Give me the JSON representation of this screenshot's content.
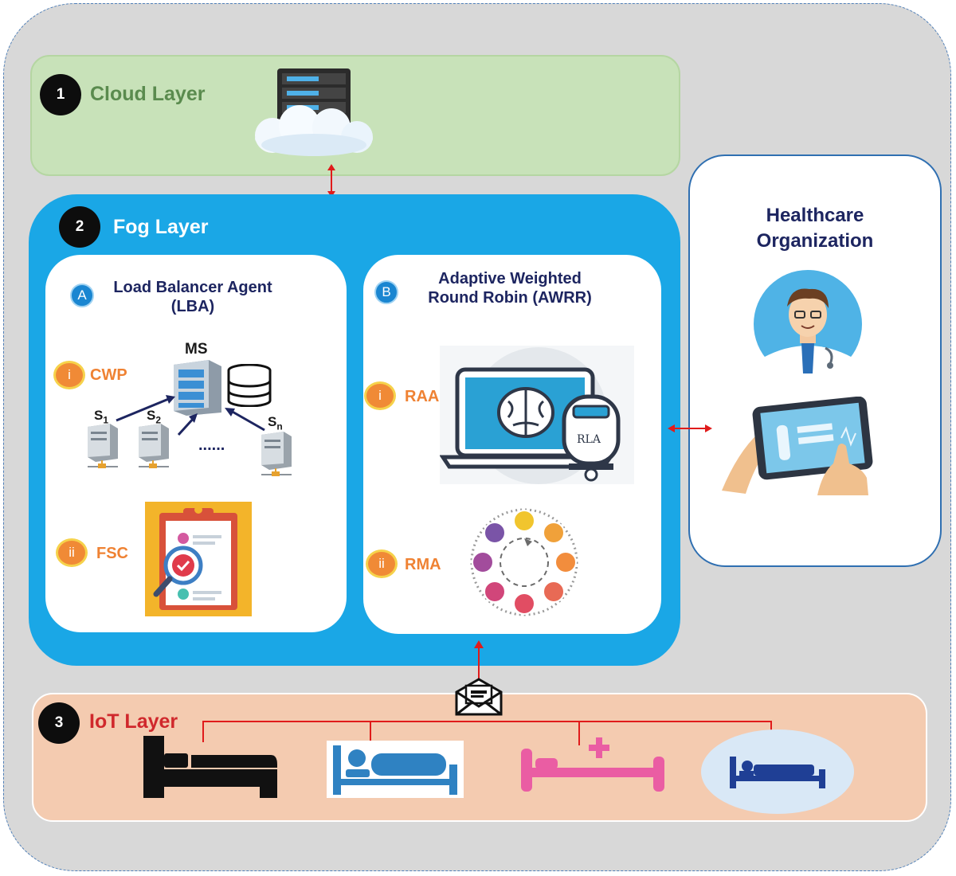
{
  "cloud": {
    "number": "1",
    "title": "Cloud Layer"
  },
  "fog": {
    "number": "2",
    "title": "Fog Layer",
    "panel_a": {
      "letter": "A",
      "title_line1": "Load Balancer Agent",
      "title_line2": "(LBA)",
      "ms_label": "MS",
      "s1": "S",
      "s1_sub": "1",
      "s2": "S",
      "s2_sub": "2",
      "sn": "S",
      "sn_sub": "n",
      "dots": "......",
      "item_i": {
        "roman": "i",
        "label": "CWP"
      },
      "item_ii": {
        "roman": "ii",
        "label": "FSC"
      }
    },
    "panel_b": {
      "letter": "B",
      "title_line1": "Adaptive Weighted",
      "title_line2": "Round Robin (AWRR)",
      "robot_label": "RLA",
      "item_i": {
        "roman": "i",
        "label": "RAA"
      },
      "item_ii": {
        "roman": "ii",
        "label": "RMA"
      }
    }
  },
  "healthcare": {
    "title_line1": "Healthcare",
    "title_line2": "Organization"
  },
  "iot": {
    "number": "3",
    "title": "IoT Layer"
  },
  "colors": {
    "cloud_title": "#5a8b4e",
    "fog_blue": "#1aa7e6",
    "iot_title": "#d0282c",
    "arrow_red": "#e01b1b",
    "navy": "#1d2560",
    "orange": "#ef8233"
  },
  "icons": [
    "server-cloud-icon",
    "master-server-icon",
    "database-icon",
    "slave-server-icon",
    "clipboard-check-icon",
    "ai-laptop-icon",
    "robot-icon",
    "round-robin-icon",
    "doctor-icon",
    "tablet-hands-icon",
    "envelope-icon",
    "bed-icon",
    "patient-bed-icon",
    "hospital-bed-icon",
    "sleeping-patient-icon"
  ]
}
